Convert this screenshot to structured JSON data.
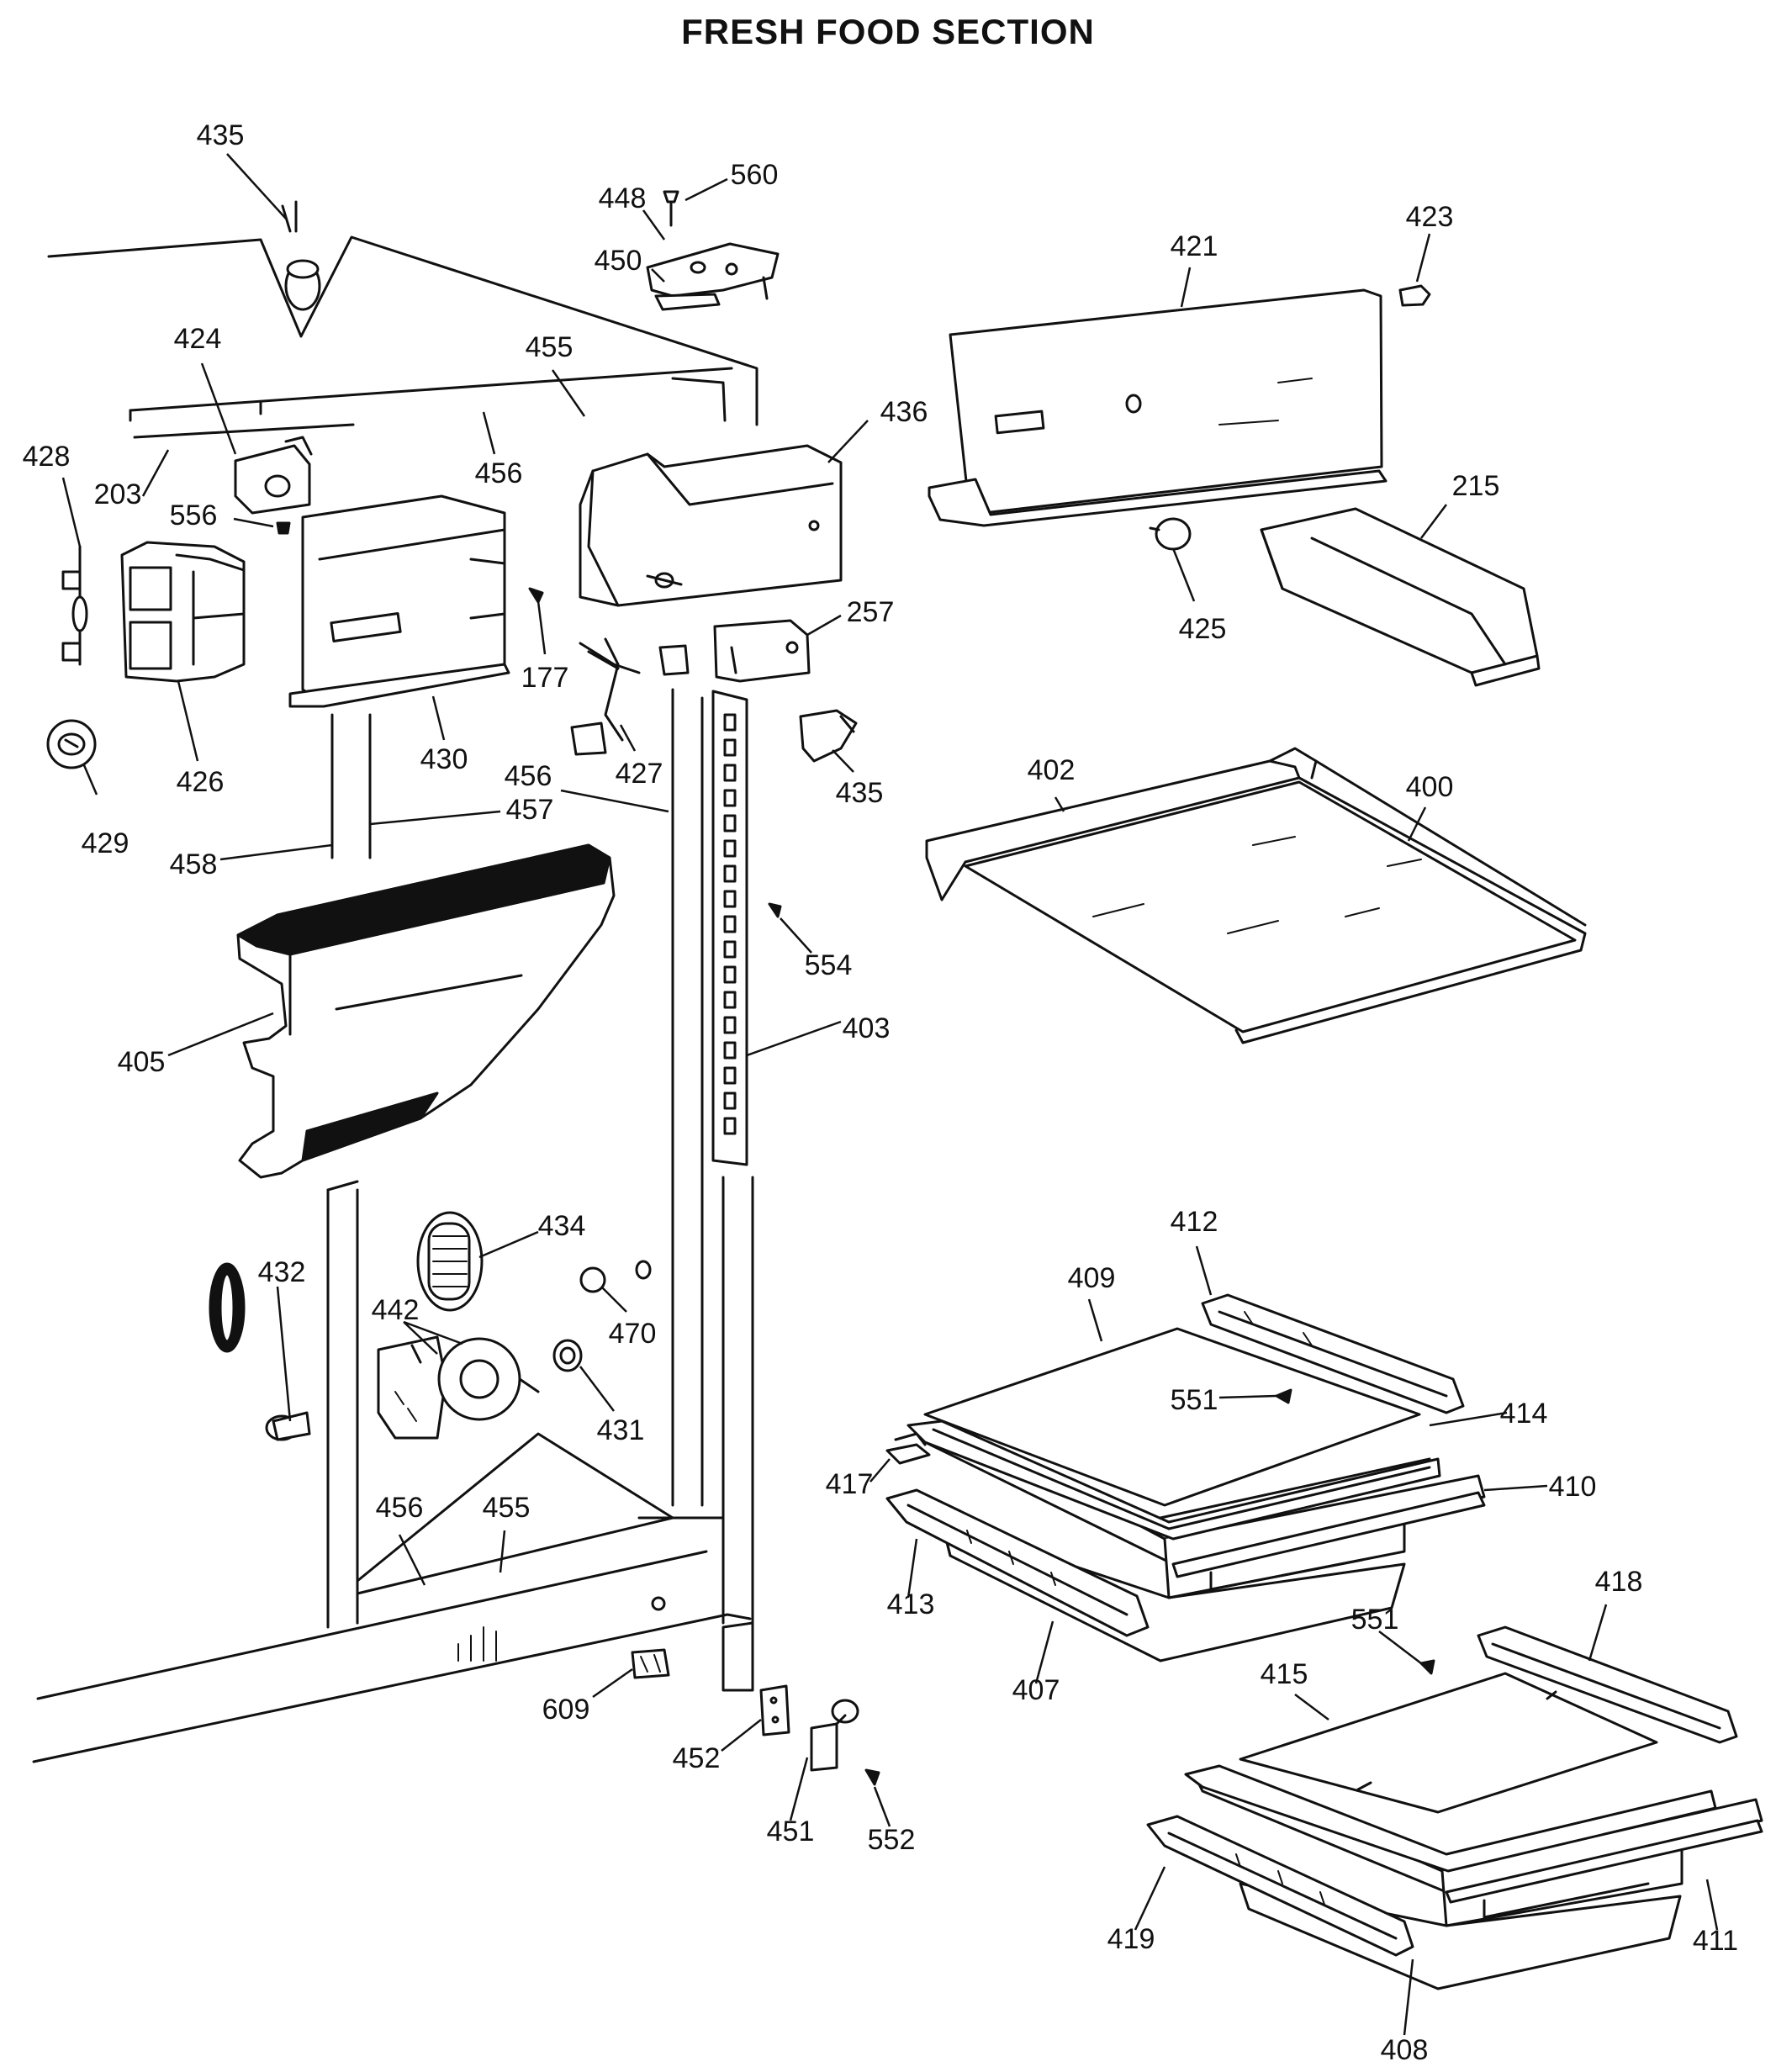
{
  "title": "FRESH FOOD SECTION",
  "callouts": [
    {
      "id": "c435a",
      "text": "435"
    },
    {
      "id": "c448",
      "text": "448"
    },
    {
      "id": "c560",
      "text": "560"
    },
    {
      "id": "c450",
      "text": "450"
    },
    {
      "id": "c421",
      "text": "421"
    },
    {
      "id": "c423",
      "text": "423"
    },
    {
      "id": "c424",
      "text": "424"
    },
    {
      "id": "c455a",
      "text": "455"
    },
    {
      "id": "c436",
      "text": "436"
    },
    {
      "id": "c428",
      "text": "428"
    },
    {
      "id": "c203",
      "text": "203"
    },
    {
      "id": "c456a",
      "text": "456"
    },
    {
      "id": "c556",
      "text": "556"
    },
    {
      "id": "c215",
      "text": "215"
    },
    {
      "id": "c425",
      "text": "425"
    },
    {
      "id": "c257",
      "text": "257"
    },
    {
      "id": "c177",
      "text": "177"
    },
    {
      "id": "c426",
      "text": "426"
    },
    {
      "id": "c430",
      "text": "430"
    },
    {
      "id": "c427",
      "text": "427"
    },
    {
      "id": "c456b",
      "text": "456"
    },
    {
      "id": "c435b",
      "text": "435"
    },
    {
      "id": "c402",
      "text": "402"
    },
    {
      "id": "c400",
      "text": "400"
    },
    {
      "id": "c429",
      "text": "429"
    },
    {
      "id": "c457",
      "text": "457"
    },
    {
      "id": "c458",
      "text": "458"
    },
    {
      "id": "c554",
      "text": "554"
    },
    {
      "id": "c403",
      "text": "403"
    },
    {
      "id": "c405",
      "text": "405"
    },
    {
      "id": "c434",
      "text": "434"
    },
    {
      "id": "c412",
      "text": "412"
    },
    {
      "id": "c432",
      "text": "432"
    },
    {
      "id": "c409",
      "text": "409"
    },
    {
      "id": "c442",
      "text": "442"
    },
    {
      "id": "c470",
      "text": "470"
    },
    {
      "id": "c551a",
      "text": "551"
    },
    {
      "id": "c414",
      "text": "414"
    },
    {
      "id": "c431",
      "text": "431"
    },
    {
      "id": "c417",
      "text": "417"
    },
    {
      "id": "c410",
      "text": "410"
    },
    {
      "id": "c456c",
      "text": "456"
    },
    {
      "id": "c455b",
      "text": "455"
    },
    {
      "id": "c413",
      "text": "413"
    },
    {
      "id": "c418",
      "text": "418"
    },
    {
      "id": "c551b",
      "text": "551"
    },
    {
      "id": "c407",
      "text": "407"
    },
    {
      "id": "c415",
      "text": "415"
    },
    {
      "id": "c609",
      "text": "609"
    },
    {
      "id": "c452",
      "text": "452"
    },
    {
      "id": "c451",
      "text": "451"
    },
    {
      "id": "c552",
      "text": "552"
    },
    {
      "id": "c419",
      "text": "419"
    },
    {
      "id": "c411",
      "text": "411"
    },
    {
      "id": "c408",
      "text": "408"
    }
  ]
}
